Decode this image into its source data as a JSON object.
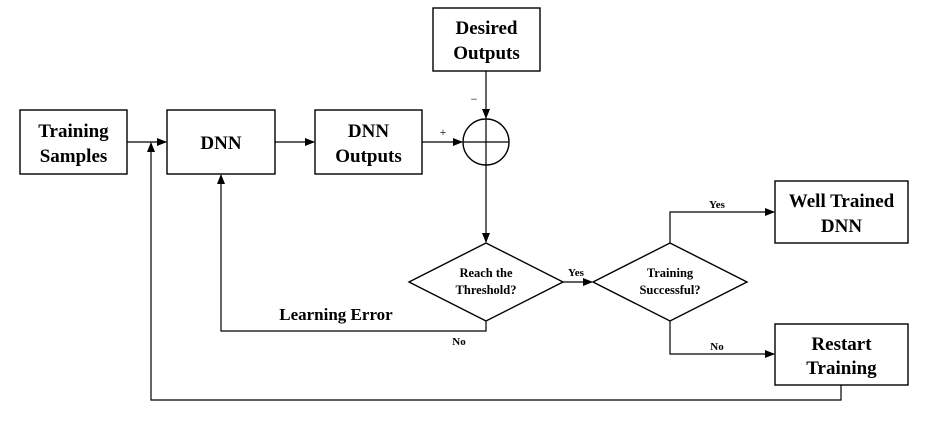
{
  "nodes": {
    "training_samples": {
      "line1": "Training",
      "line2": "Samples"
    },
    "dnn": {
      "label": "DNN"
    },
    "dnn_outputs": {
      "line1": "DNN",
      "line2": "Outputs"
    },
    "desired_outputs": {
      "line1": "Desired",
      "line2": "Outputs"
    },
    "reach_threshold": {
      "line1": "Reach the",
      "line2": "Threshold?"
    },
    "training_successful": {
      "line1": "Training",
      "line2": "Successful?"
    },
    "well_trained_dnn": {
      "line1": "Well Trained",
      "line2": "DNN"
    },
    "restart_training": {
      "line1": "Restart",
      "line2": "Training"
    }
  },
  "edge_labels": {
    "minus": "−",
    "plus": "+",
    "threshold_yes": "Yes",
    "threshold_no": "No",
    "success_yes": "Yes",
    "success_no": "No",
    "learning_error": "Learning Error"
  }
}
